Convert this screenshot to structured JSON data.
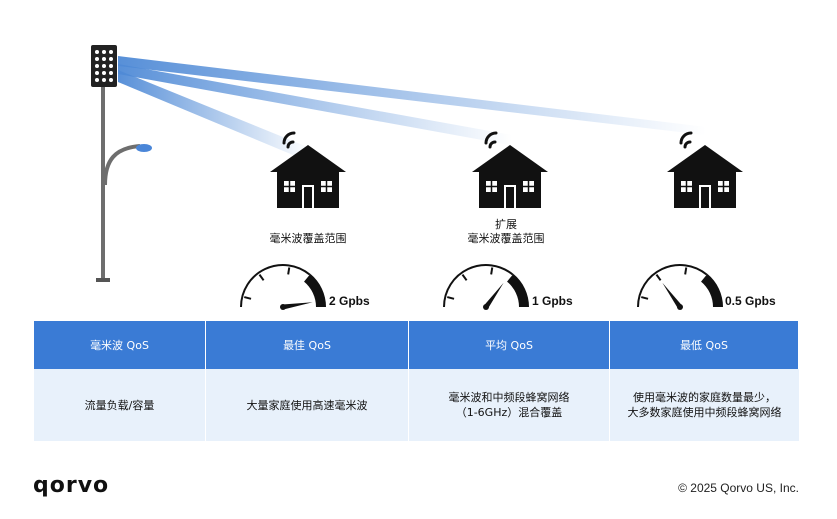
{
  "houses": [
    {
      "label": "毫米波覆盖范围",
      "speed": "2 Gpbs",
      "needle": 0.95
    },
    {
      "label": "扩展\n毫米波覆盖范围",
      "speed": "1 Gpbs",
      "needle": 0.7
    },
    {
      "label": "",
      "speed": "0.5 Gpbs",
      "needle": 0.3
    }
  ],
  "table": {
    "headers": [
      "毫米波 QoS",
      "最佳 QoS",
      "平均 QoS",
      "最低 QoS"
    ],
    "cells": [
      "流量负载/容量",
      "大量家庭使用高速毫米波",
      "毫米波和中频段蜂窝网络\n（1-6GHz）混合覆盖",
      "使用毫米波的家庭数量最少，\n大多数家庭使用中频段蜂窝网络"
    ]
  },
  "footer": {
    "logo": "qorvo",
    "copyright": "© 2025 Qorvo US, Inc."
  },
  "colors": {
    "header_blue": "#3a7bd5",
    "cell_blue": "#e8f1fb",
    "beam": "#5b95d8"
  }
}
